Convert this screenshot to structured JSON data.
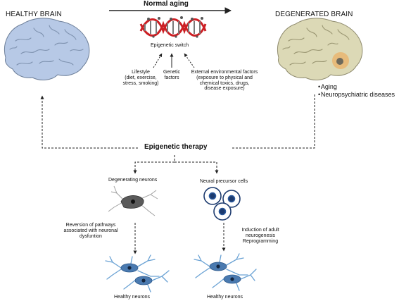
{
  "header": {
    "left_title": "HEALTHY BRAIN",
    "arrow_label": "Normal  aging",
    "right_title": "DEGENERATED BRAIN"
  },
  "epigenetic_switch": {
    "label": "Epigenetic switch",
    "factors": [
      {
        "lines": [
          "Lifestyle",
          "(diet, exercise,",
          "stress, smoking)"
        ]
      },
      {
        "lines": [
          "Genetic",
          "factors"
        ]
      },
      {
        "lines": [
          "External environmental factors",
          "(exposure to physical and",
          "chemical toxics, drugs,",
          "disease exposure)"
        ]
      }
    ]
  },
  "degeneration_causes": [
    "Aging",
    "Neuropsychiatric diseases"
  ],
  "therapy": {
    "label": "Epigenetic therapy"
  },
  "branches": {
    "left": {
      "source": "Degenerating neurons",
      "process": [
        "Reversion of pathways",
        "associated with neuronal",
        "dysfuntion"
      ],
      "result": "Healthy neurons"
    },
    "right": {
      "source": "Neural precursor cells",
      "process": [
        "Induction of adult",
        "neurogenesis",
        "Reprogramming"
      ],
      "result": "Healthy neurons"
    }
  },
  "colors": {
    "healthy_brain": "#b7c9e6",
    "degenerated_brain": "#dcd9b6",
    "lesion": "#f0a24a",
    "dna_strand": "#cc1f24",
    "neuron_body": "#4a7ab0",
    "neuron_dendrite": "#6aa2d4",
    "precursor_ring": "#1c3a6e"
  }
}
